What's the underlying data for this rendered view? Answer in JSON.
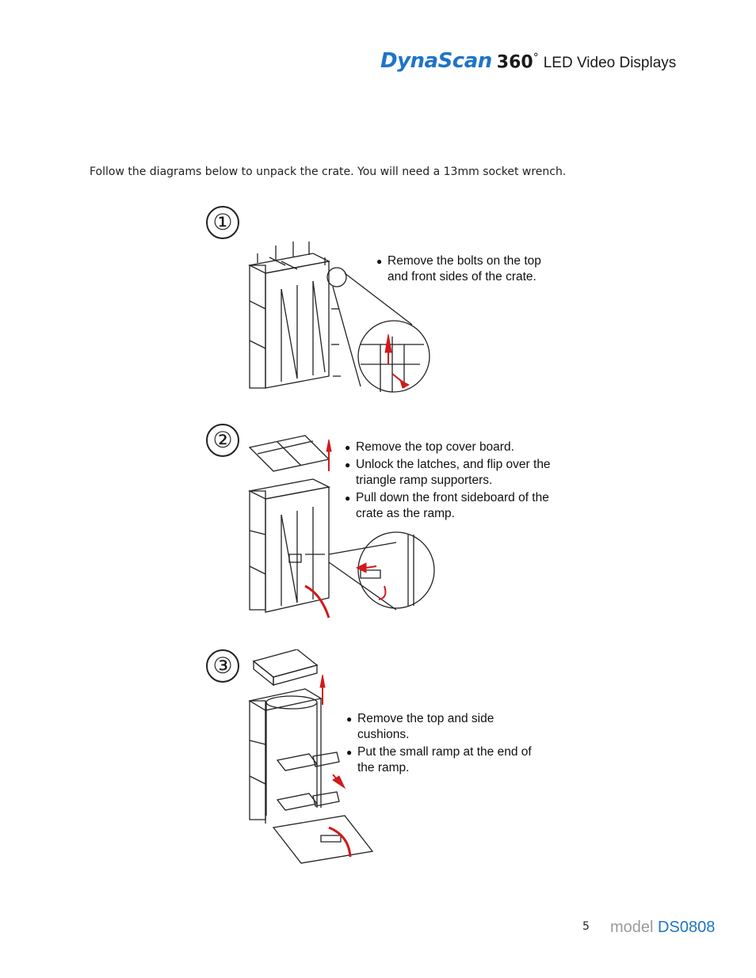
{
  "header": {
    "brand": "DynaScan",
    "brand_suffix": "360",
    "degree": "°",
    "tagline": "LED Video Displays"
  },
  "intro_text": "Follow the diagrams below to unpack the crate. You will need a 13mm socket wrench.",
  "steps": [
    {
      "number": "①",
      "bullets": [
        "Remove the bolts on the top and front sides of the crate."
      ]
    },
    {
      "number": "②",
      "bullets": [
        "Remove the top cover board.",
        "Unlock the latches, and flip over the triangle ramp supporters.",
        "Pull down the front sideboard of the crate as the ramp."
      ]
    },
    {
      "number": "③",
      "bullets": [
        "Remove the top and side cushions.",
        "Put the small ramp at the end of the ramp."
      ]
    }
  ],
  "footer": {
    "page_number": "5",
    "model_label": "model",
    "model_code": "DS0808"
  },
  "colors": {
    "brand_blue": "#1f74c7",
    "arrow_red": "#d11a1a",
    "model_gray": "#9a9a9a"
  }
}
